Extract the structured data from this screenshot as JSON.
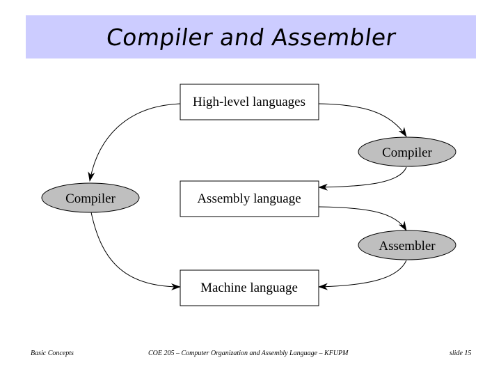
{
  "slide": {
    "title": "Compiler and Assembler"
  },
  "diagram": {
    "boxes": {
      "high_level": "High-level languages",
      "assembly": "Assembly language",
      "machine": "Machine language"
    },
    "ellipses": {
      "compiler_right": "Compiler",
      "compiler_left": "Compiler",
      "assembler": "Assembler"
    },
    "colors": {
      "title_bar": "#ccccff",
      "ellipse_fill": "#bfbfbf",
      "stroke": "#000000"
    }
  },
  "footer": {
    "left": "Basic Concepts",
    "center": "COE 205 – Computer Organization and Assembly Language – KFUPM",
    "right": "slide 15"
  }
}
